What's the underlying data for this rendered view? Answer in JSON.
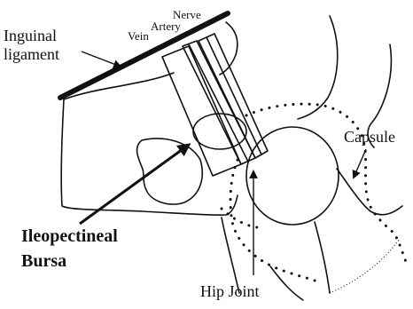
{
  "labels": {
    "nerve": "Nerve",
    "artery": "Artery",
    "vein": "Vein",
    "inguinal_line1": "Inguinal",
    "inguinal_line2": "ligament",
    "capsule": "Capsule",
    "bursa_line1": "Ileopectineal",
    "bursa_line2": "Bursa",
    "hip_joint": "Hip Joint"
  }
}
